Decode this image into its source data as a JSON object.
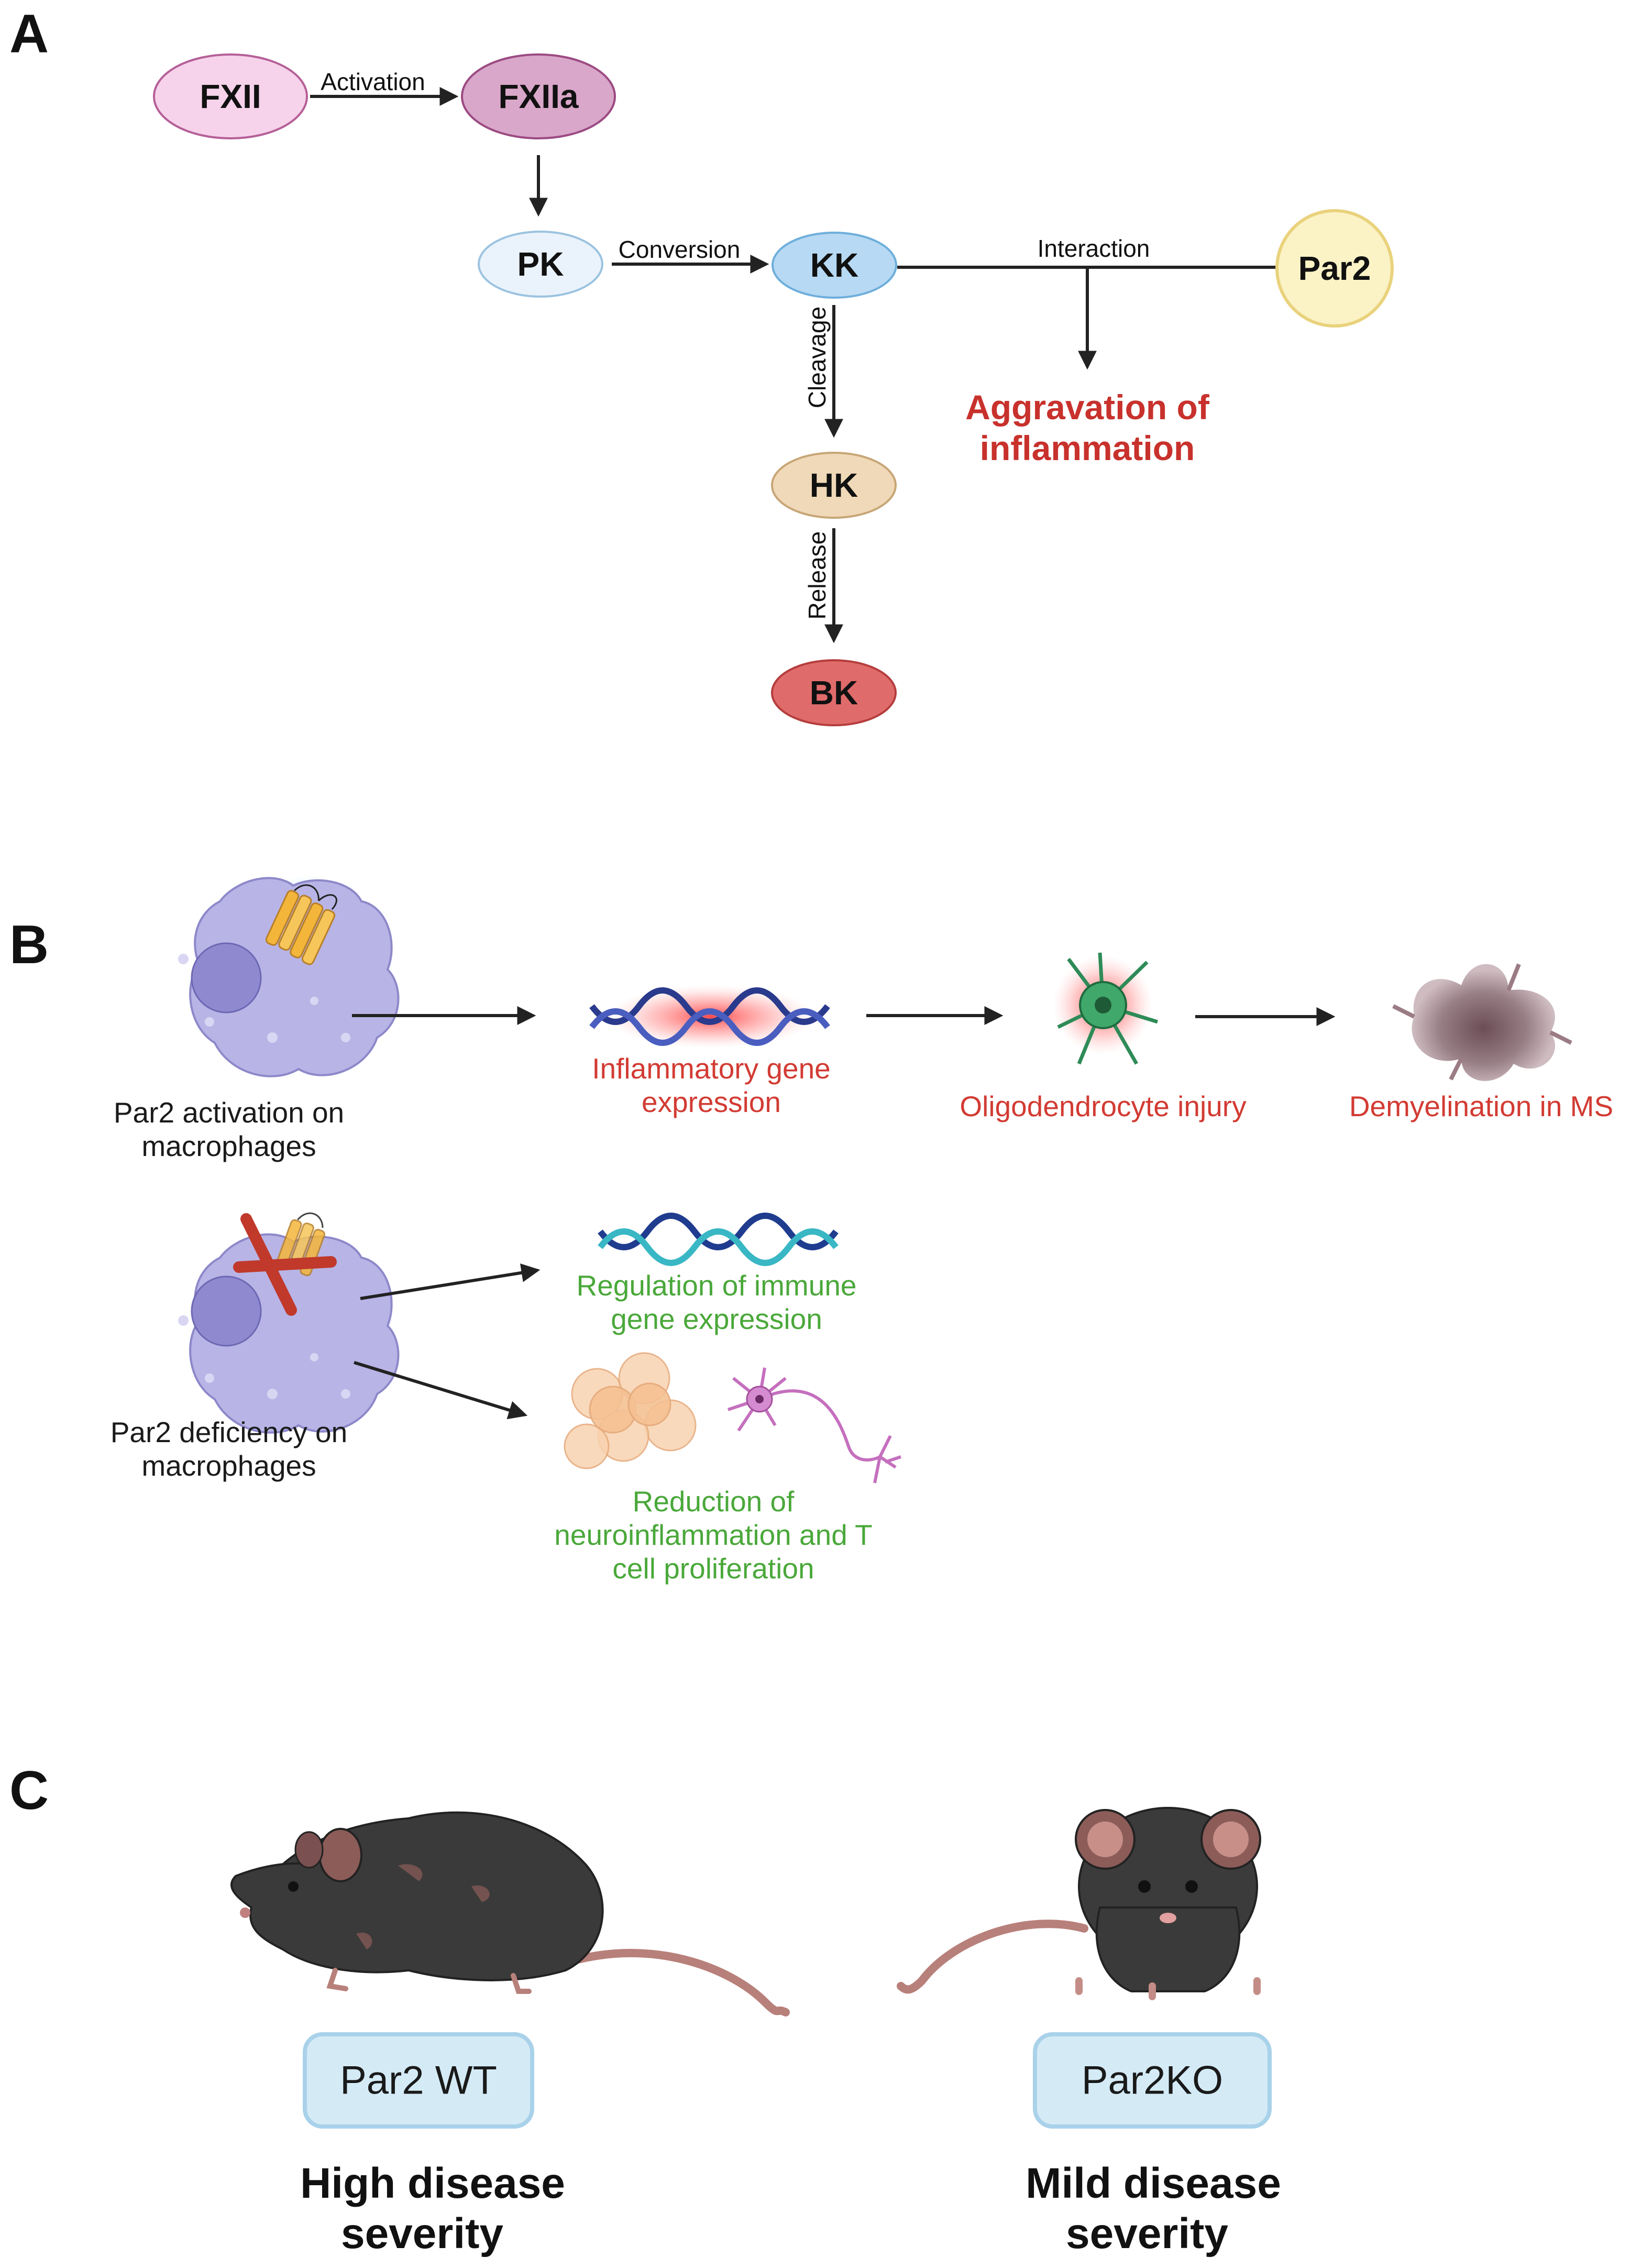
{
  "panels": {
    "a": "A",
    "b": "B",
    "c": "C"
  },
  "panel_a": {
    "nodes": {
      "fxii": "FXII",
      "fxiia": "FXIIa",
      "pk": "PK",
      "kk": "KK",
      "par2": "Par2",
      "hk": "HK",
      "bk": "BK"
    },
    "edges": {
      "activation": "Activation",
      "conversion": "Conversion",
      "interaction": "Interaction",
      "cleavage": "Cleavage",
      "release": "Release"
    },
    "outcome_line1": "Aggravation of",
    "outcome_line2": "inflammation"
  },
  "panel_b": {
    "activation_line1": "Par2 activation on",
    "activation_line2": "macrophages",
    "inflammatory_line1": "Inflammatory gene",
    "inflammatory_line2": "expression",
    "oligodendrocyte": "Oligodendrocyte injury",
    "demyelination": "Demyelination in MS",
    "deficiency_line1": "Par2 deficiency on",
    "deficiency_line2": "macrophages",
    "regulation_line1": "Regulation of immune",
    "regulation_line2": "gene expression",
    "reduction_line1": "Reduction of",
    "reduction_line2": "neuroinflammation and T",
    "reduction_line3": "cell proliferation"
  },
  "panel_c": {
    "wt_label": "Par2 WT",
    "ko_label": "Par2KO",
    "wt_severity_line1": "High disease",
    "wt_severity_line2": "severity",
    "ko_severity_line1": "Mild disease",
    "ko_severity_line2": "severity"
  },
  "colors": {
    "fxii": "#f6d3ea",
    "fxiia": "#d9a7c9",
    "pk": "#eaf3fb",
    "kk": "#b7d9f3",
    "par2": "#fbf3c6",
    "hk": "#f0d9b8",
    "bk": "#e06b6b",
    "red_text": "#c8312c",
    "green_text": "#4aa83a",
    "macrophage": "#b8b4e6",
    "label_box": "#d4ebf6"
  }
}
